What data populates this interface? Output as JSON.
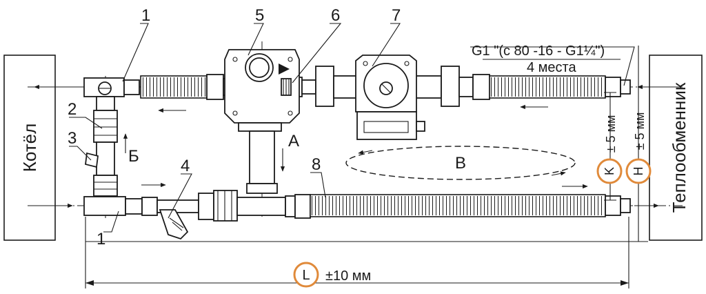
{
  "labels": {
    "boiler": "Котёл",
    "heat_exchanger": "Теплообменник",
    "thread_spec": "G1 \"(c 80 -16 - G1¼\")",
    "places": "4 места",
    "dimension_L": "L",
    "tolerance_L": "±10 мм",
    "dimension_K": "K",
    "tolerance_K": "± 5 мм",
    "dimension_H": "H",
    "tolerance_H": "± 5 мм"
  },
  "flow_labels": {
    "A": "A",
    "B_cyr": "Б",
    "V": "В"
  },
  "callouts": [
    "1",
    "2",
    "3",
    "4",
    "5",
    "6",
    "7",
    "8",
    "1"
  ],
  "colors": {
    "line": "#1a1a1a",
    "highlight_circle": "#e08a3a"
  }
}
